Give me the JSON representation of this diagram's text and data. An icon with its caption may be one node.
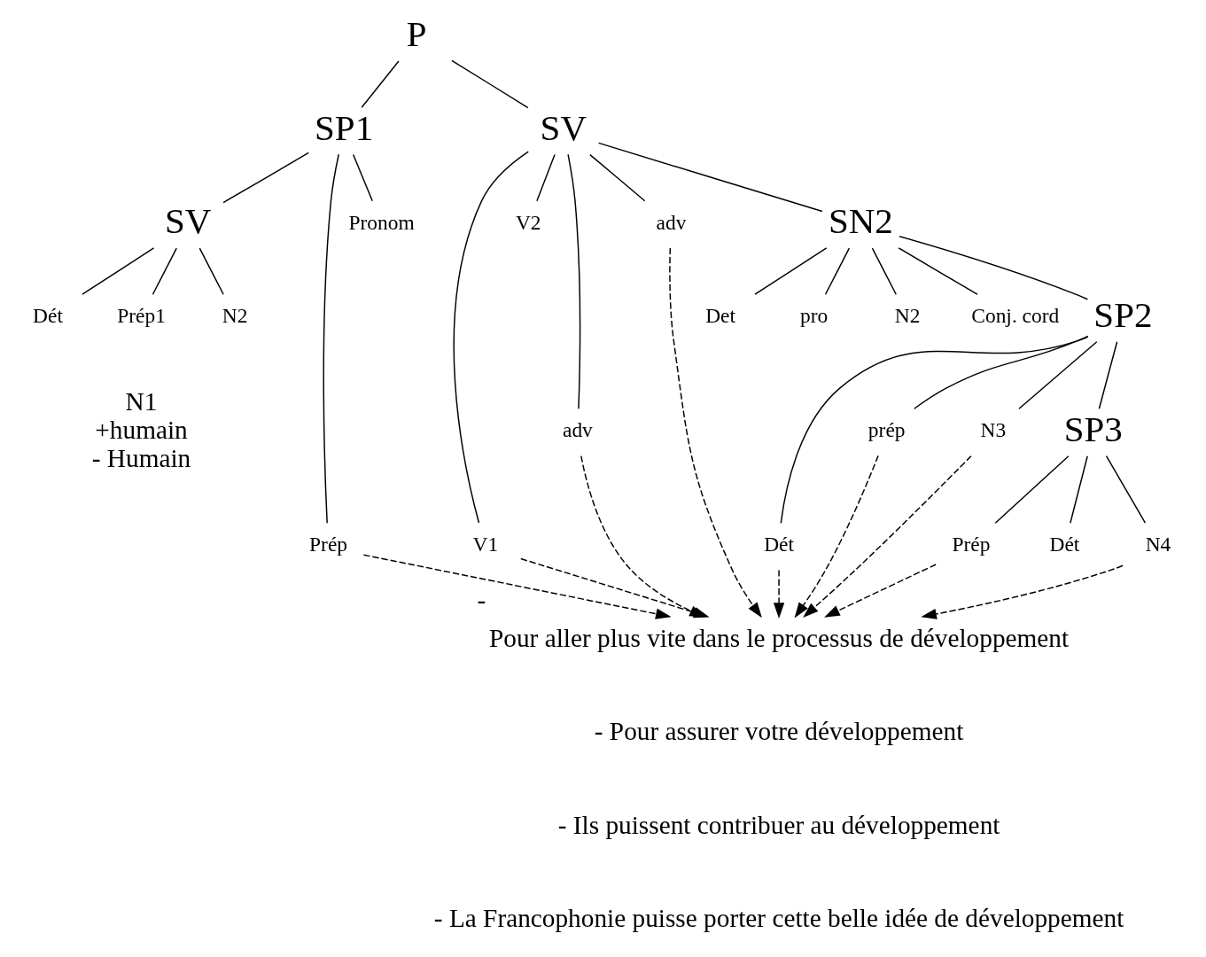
{
  "diagram": {
    "nodes": [
      {
        "text": [
          "P"
        ]
      },
      {
        "text": [
          "SP1"
        ]
      },
      {
        "text": [
          "SV"
        ]
      },
      {
        "text": [
          "SV"
        ]
      },
      {
        "text": [
          "Prép"
        ]
      },
      {
        "text": [
          "Pronom"
        ]
      },
      {
        "text": [
          "Dét"
        ]
      },
      {
        "text": [
          "Prép1"
        ]
      },
      {
        "text": [
          "N2"
        ]
      },
      {
        "text": [
          "V1"
        ]
      },
      {
        "text": [
          "V2"
        ]
      },
      {
        "text": [
          "adv"
        ]
      },
      {
        "text": [
          "adv"
        ]
      },
      {
        "text": [
          "SN2"
        ]
      },
      {
        "text": [
          "Det"
        ]
      },
      {
        "text": [
          "pro"
        ]
      },
      {
        "text": [
          "N2"
        ]
      },
      {
        "text": [
          "Conj. cord"
        ]
      },
      {
        "text": [
          "SP2"
        ]
      },
      {
        "text": [
          "Dét"
        ]
      },
      {
        "text": [
          "prép"
        ]
      },
      {
        "text": [
          "N3"
        ]
      },
      {
        "text": [
          "SP3"
        ]
      },
      {
        "text": [
          "Prép"
        ]
      },
      {
        "text": [
          "Dét"
        ]
      },
      {
        "text": [
          "N4"
        ]
      },
      {
        "text": [
          "Pour aller plus vite dans le processus de développement"
        ],
        "beside": [
          "-"
        ]
      }
    ],
    "edges": [
      {
        "from": 0,
        "to": 1,
        "arrow": "none"
      },
      {
        "from": 0,
        "to": 2,
        "arrow": "none"
      },
      {
        "from": 1,
        "to": 3,
        "arrow": "none"
      },
      {
        "from": 1,
        "to": 4,
        "arrow": "none"
      },
      {
        "from": 1,
        "to": 5,
        "arrow": "none"
      },
      {
        "from": 3,
        "to": 6,
        "arrow": "none"
      },
      {
        "from": 3,
        "to": 7,
        "arrow": "none"
      },
      {
        "from": 3,
        "to": 8,
        "arrow": "none"
      },
      {
        "from": 2,
        "to": 9,
        "arrow": "none"
      },
      {
        "from": 2,
        "to": 10,
        "arrow": "none"
      },
      {
        "from": 2,
        "to": 11,
        "arrow": "none"
      },
      {
        "from": 2,
        "to": 12,
        "arrow": "none"
      },
      {
        "from": 2,
        "to": 13,
        "arrow": "none"
      },
      {
        "from": 13,
        "to": 14,
        "arrow": "none"
      },
      {
        "from": 13,
        "to": 15,
        "arrow": "none"
      },
      {
        "from": 13,
        "to": 16,
        "arrow": "none"
      },
      {
        "from": 13,
        "to": 17,
        "arrow": "none"
      },
      {
        "from": 13,
        "to": 18,
        "arrow": "none"
      },
      {
        "from": 18,
        "to": 19,
        "arrow": "none"
      },
      {
        "from": 18,
        "to": 20,
        "arrow": "none"
      },
      {
        "from": 18,
        "to": 21,
        "arrow": "none"
      },
      {
        "from": 18,
        "to": 22,
        "arrow": "none"
      },
      {
        "from": 22,
        "to": 23,
        "arrow": "none"
      },
      {
        "from": 22,
        "to": 24,
        "arrow": "none"
      },
      {
        "from": 22,
        "to": 25,
        "arrow": "none"
      },
      {
        "from": 4,
        "to": 26,
        "arrow": "to",
        "style": "dashed"
      },
      {
        "from": 9,
        "to": 26,
        "arrow": "to",
        "style": "dashed"
      },
      {
        "from": 11,
        "to": 26,
        "arrow": "to",
        "style": "dashed"
      },
      {
        "from": 12,
        "to": 26,
        "arrow": "to",
        "style": "dashed"
      },
      {
        "from": 19,
        "to": 26,
        "arrow": "to",
        "style": "dashed"
      },
      {
        "from": 20,
        "to": 26,
        "arrow": "to",
        "style": "dashed"
      },
      {
        "from": 21,
        "to": 26,
        "arrow": "to",
        "style": "dashed"
      },
      {
        "from": 23,
        "to": 26,
        "arrow": "to",
        "style": "dashed"
      },
      {
        "from": 25,
        "to": 26,
        "arrow": "to",
        "style": "dashed"
      }
    ],
    "labels": [
      "N1",
      "+humain",
      "- Humain",
      "-",
      "Pour assurer votre développement",
      "-",
      "Ils puissent contribuer au développement",
      "-",
      "La Francophonie puisse porter cette belle idée de développement"
    ]
  }
}
